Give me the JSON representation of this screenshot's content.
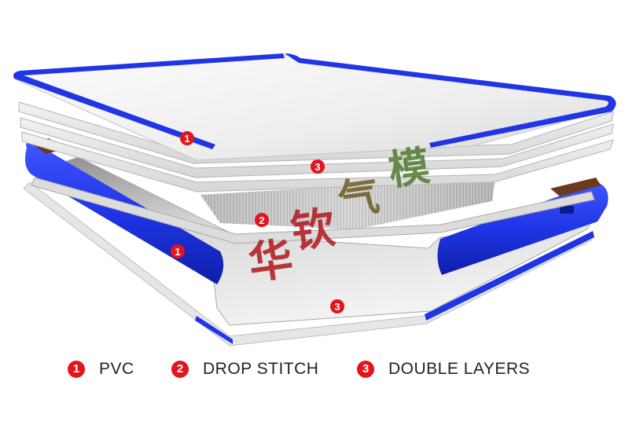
{
  "colors": {
    "accent_blue": "#1f35e6",
    "marker_red": "#e3141b",
    "sheet_white": "#f4f4f4",
    "sheet_edge": "#c9c9c9",
    "drop_stitch_core": "#cfcfcf",
    "watermark_red": "#b0171c",
    "watermark_green": "#4f7a2e"
  },
  "markers": [
    {
      "id": "pvc-top",
      "number": "1"
    },
    {
      "id": "double-layers-top",
      "number": "3"
    },
    {
      "id": "drop-stitch",
      "number": "2"
    },
    {
      "id": "pvc-bottom",
      "number": "1"
    },
    {
      "id": "double-layers-bottom",
      "number": "3"
    }
  ],
  "watermark": {
    "characters": [
      "华",
      "钦",
      "气",
      "模"
    ]
  },
  "legend": [
    {
      "number": "1",
      "label": "PVC"
    },
    {
      "number": "2",
      "label": "DROP STITCH"
    },
    {
      "number": "3",
      "label": "DOUBLE LAYERS"
    }
  ]
}
